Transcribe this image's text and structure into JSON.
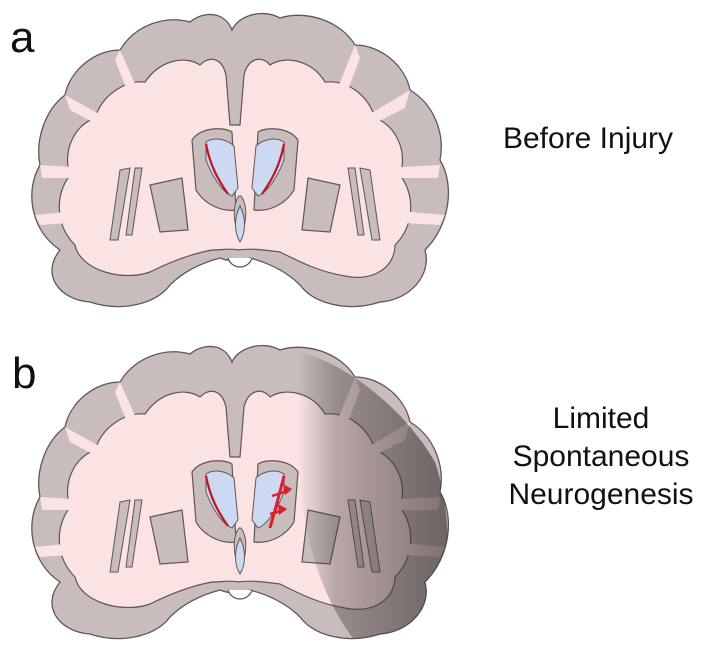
{
  "panels": [
    {
      "letter": "a",
      "caption": [
        "Before Injury"
      ]
    },
    {
      "letter": "b",
      "caption": [
        "Limited",
        "Spontaneous",
        "Neurogenesis"
      ]
    }
  ],
  "colors": {
    "cortex": "#c8bcbc",
    "white_matter": "#fbe3e4",
    "outline": "#5f5656",
    "ventricle": "#cdd8f2",
    "svz_line": "#c4141c",
    "migration_arrow": "#dd1f2a",
    "injury_shadow": "#3e3434"
  }
}
